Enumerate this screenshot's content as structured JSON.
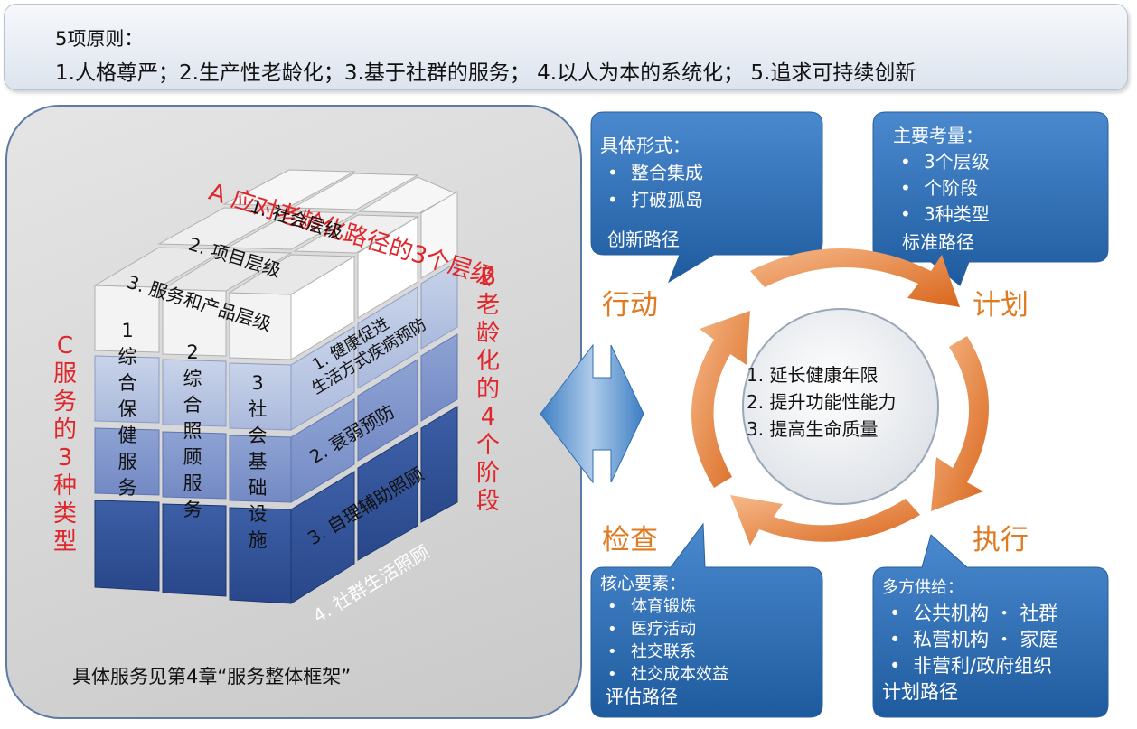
{
  "principles": {
    "title": "5项原则：",
    "line": "1.人格尊严；2.生产性老龄化；3.基于社群的服务； 4.以人为本的系统化； 5.追求可持续创新"
  },
  "cube": {
    "axis_a": "A 应对老龄化路径的3个层级",
    "axis_b": [
      "B",
      "老",
      "龄",
      "化",
      "的",
      "4",
      "个",
      "阶",
      "段"
    ],
    "axis_c": [
      "C",
      "服",
      "务",
      "的",
      "3",
      "种",
      "类",
      "型"
    ],
    "levels": [
      "1. 社会层级",
      "2. 项目层级",
      "3. 服务和产品层级"
    ],
    "stages": [
      "1. 健康促进\n生活方式疾病预防",
      "2.  衰弱预防",
      "3. 自理辅助照顾",
      "4. 社群生活照顾"
    ],
    "stage1_line1": "1. 健康促进",
    "stage1_line2": "生活方式疾病预防",
    "types": [
      [
        "1",
        "综",
        "合",
        "保",
        "健",
        "服",
        "务"
      ],
      [
        "2",
        "综",
        "合",
        "照",
        "顾",
        "服",
        "务"
      ],
      [
        "3",
        "社",
        "会",
        "基",
        "础",
        "设",
        "施"
      ]
    ],
    "footnote": "具体服务见第4章“服务整体框架”"
  },
  "cycle": {
    "center": [
      "1. 延长健康年限",
      "2. 提升功能性能力",
      "3. 提高生命质量"
    ],
    "stages": {
      "action": "行动",
      "plan": "计划",
      "execute": "执行",
      "check": "检查"
    },
    "bubbles": {
      "action": {
        "heading": "具体形式：",
        "items": [
          "整合集成",
          "打破孤岛"
        ],
        "path": "创新路径"
      },
      "plan": {
        "heading": "主要考量：",
        "items": [
          "3个层级",
          "个阶段",
          "3种类型"
        ],
        "path": "标准路径"
      },
      "check": {
        "heading": "核心要素：",
        "items": [
          "体育锻炼",
          "医疗活动",
          "社交联系",
          "社交成本效益"
        ],
        "path": "评估路径"
      },
      "execute": {
        "heading": "多方供给：",
        "items": [
          "公共机构 ・ 社群",
          "私营机构 ・ 家庭",
          "非营利/政府组织"
        ],
        "path": "计划路径"
      }
    }
  }
}
